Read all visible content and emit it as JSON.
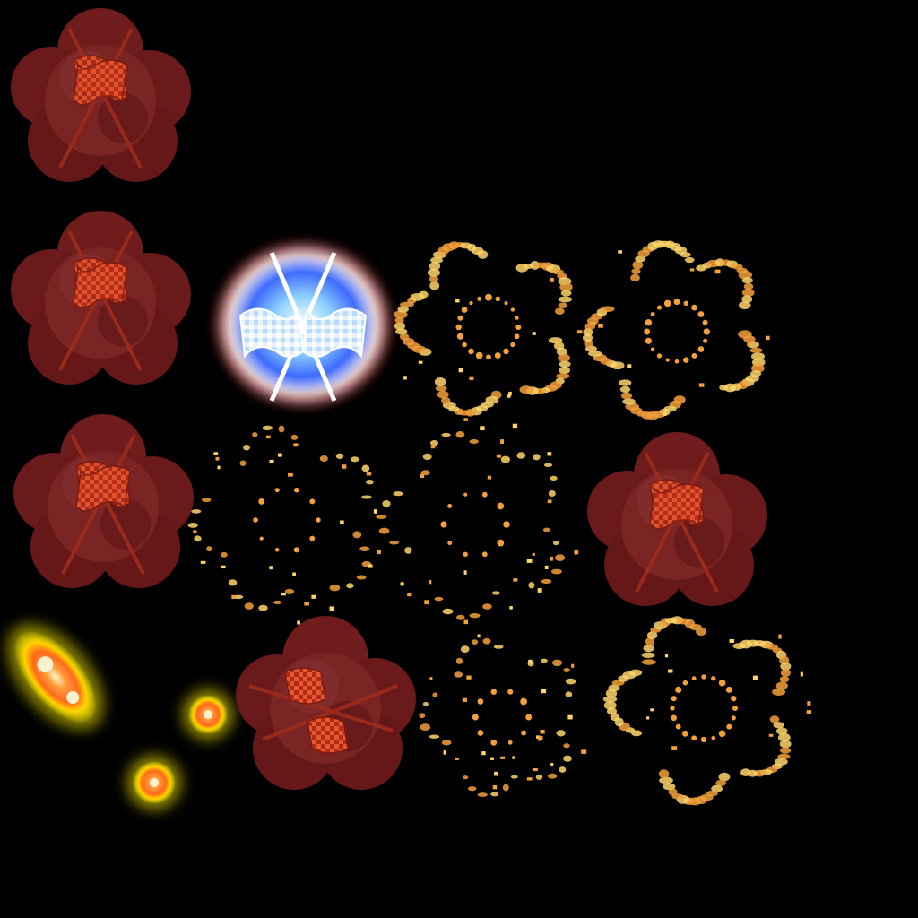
{
  "sheet": {
    "background": "#000000",
    "colors": {
      "smoke_dark": "#5a1212",
      "smoke_mid": "#7a2222",
      "smoke_light": "#8d3030",
      "smoke_edge": "#3e0808",
      "flag_red": "#c8321e",
      "flag_check": "#e8582e",
      "pole": "#9a2a1a",
      "glow_blue": "#3f6bff",
      "glow_cyan": "#8fd2ff",
      "glow_white": "#ffffff",
      "glow_red": "#ff1a1a",
      "spark_orange": "#f3a03a",
      "spark_yellow": "#ffd56a",
      "fire_yellow": "#fff200",
      "fire_orange": "#ff7a1a"
    },
    "sprites": [
      {
        "kind": "smoke-flag-burst",
        "icon": "crossed-checkered-flags-icon"
      },
      {
        "kind": "smoke-flag-burst",
        "icon": "crossed-checkered-flags-icon"
      },
      {
        "kind": "smoke-flag-burst",
        "icon": "crossed-checkered-flags-icon"
      },
      {
        "kind": "glowing-flags",
        "icon": "crossed-checkered-flags-icon"
      },
      {
        "kind": "spark-ring"
      },
      {
        "kind": "spark-ring"
      },
      {
        "kind": "spark-ring-scatter"
      },
      {
        "kind": "spark-ring-scatter"
      },
      {
        "kind": "smoke-flag-burst",
        "icon": "crossed-checkered-flags-icon"
      },
      {
        "kind": "fire-orb"
      },
      {
        "kind": "fire-orb-small"
      },
      {
        "kind": "fire-orb-small"
      },
      {
        "kind": "smoke-flag-burst",
        "icon": "crossed-checkered-flags-icon"
      },
      {
        "kind": "spark-scatter"
      },
      {
        "kind": "spark-ring"
      }
    ]
  }
}
